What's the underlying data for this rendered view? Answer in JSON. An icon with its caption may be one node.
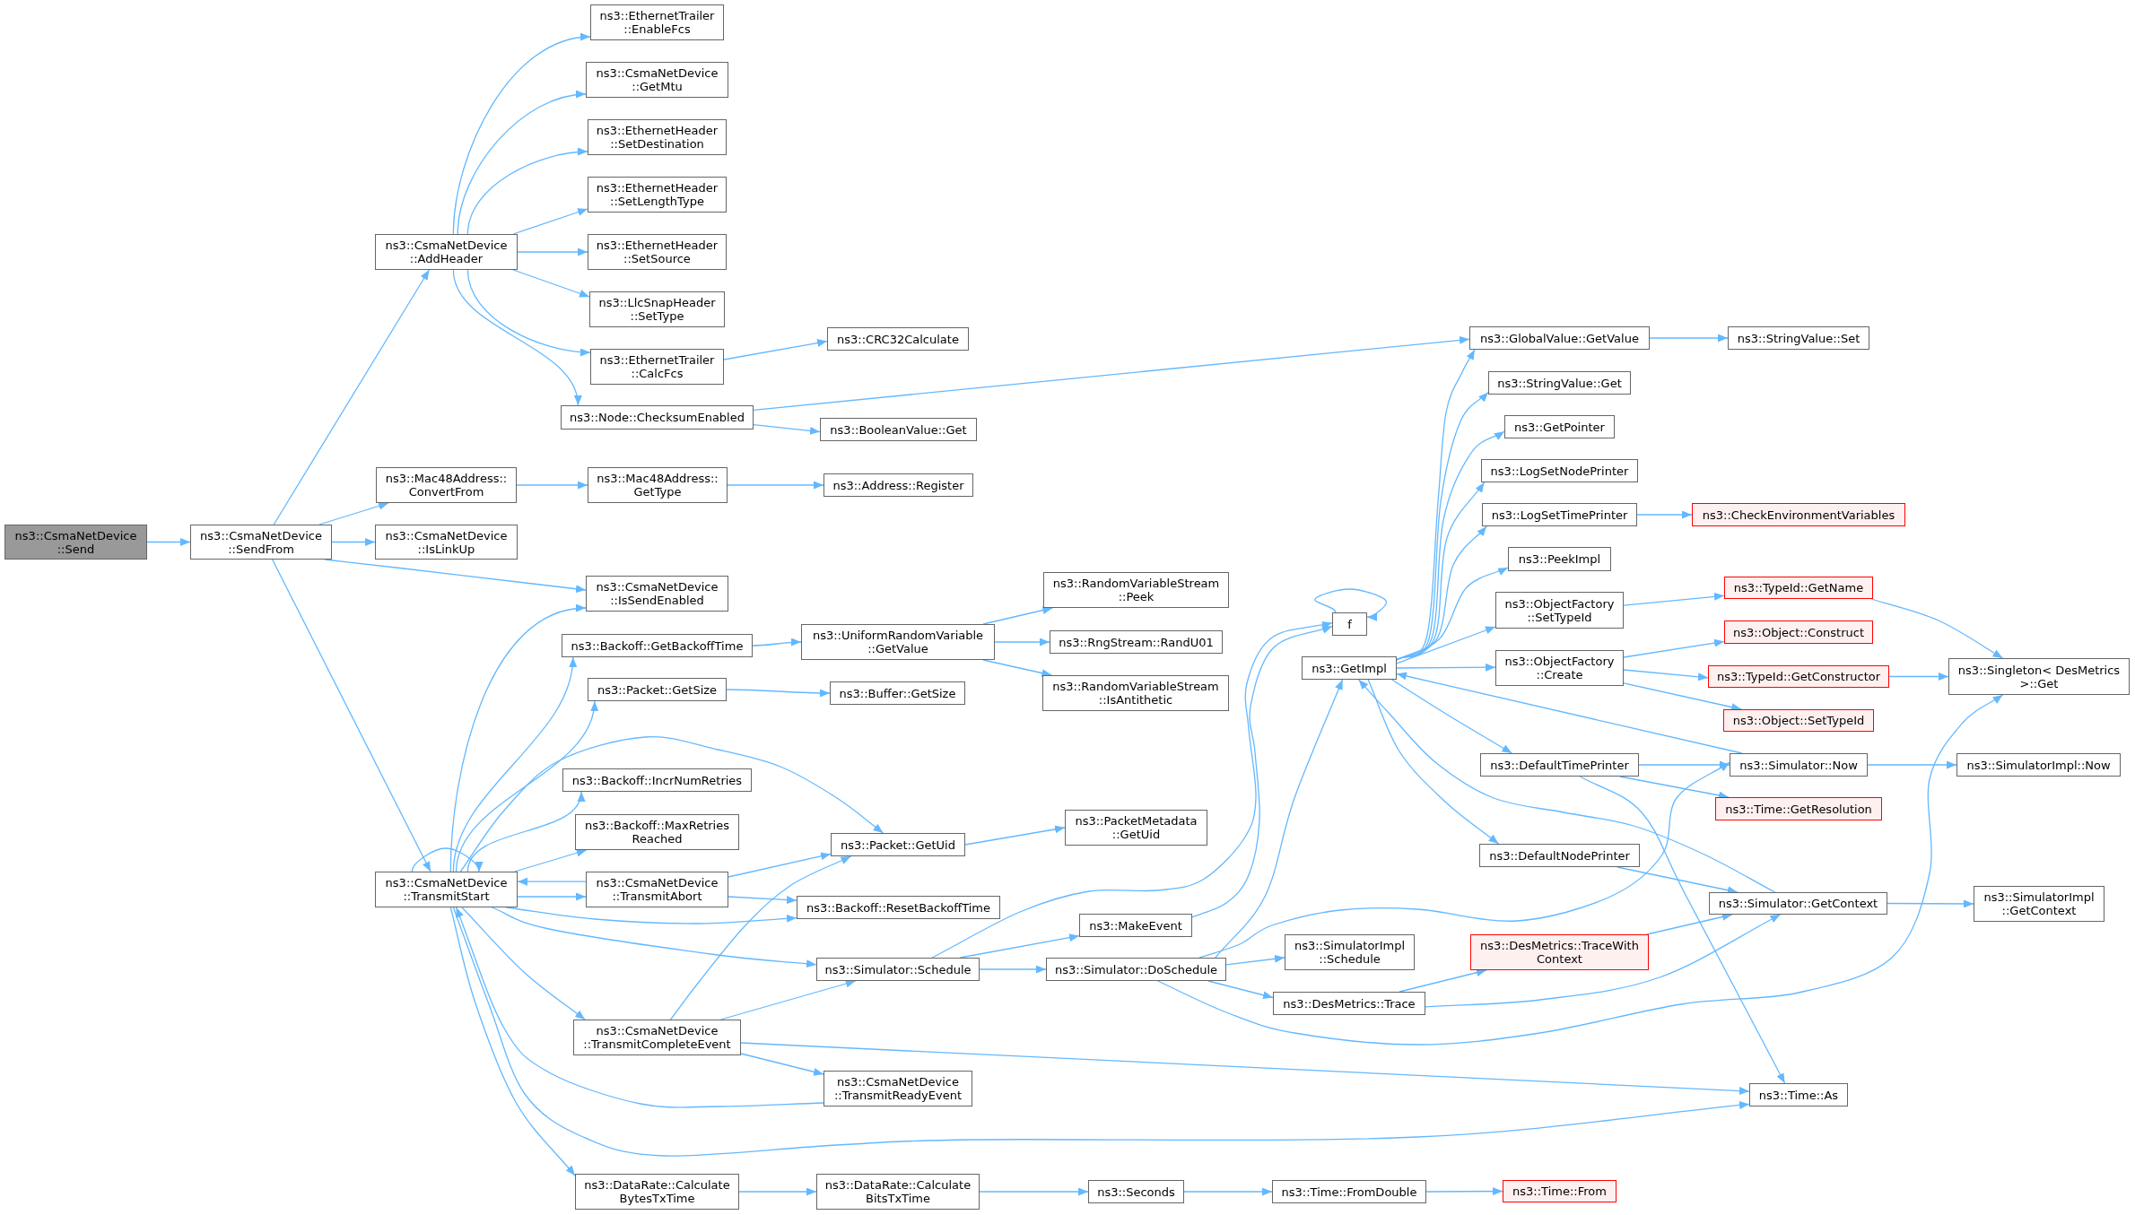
{
  "diagram": {
    "nodes": [
      {
        "text": [
          "ns3::CsmaNetDevice ::Send"
        ]
      },
      {
        "text": [
          "ns3::CsmaNetDevice ::SendFrom"
        ]
      },
      {
        "text": [
          "ns3::CsmaNetDevice ::AddHeader"
        ]
      },
      {
        "text": [
          "ns3::EthernetTrailer ::EnableFcs"
        ]
      },
      {
        "text": [
          "ns3::CsmaNetDevice ::GetMtu"
        ]
      },
      {
        "text": [
          "ns3::EthernetHeader ::SetDestination"
        ]
      },
      {
        "text": [
          "ns3::EthernetHeader ::SetLengthType"
        ]
      },
      {
        "text": [
          "ns3::EthernetHeader ::SetSource"
        ]
      },
      {
        "text": [
          "ns3::LlcSnapHeader ::SetType"
        ]
      },
      {
        "text": [
          "ns3::EthernetTrailer ::CalcFcs"
        ]
      },
      {
        "text": [
          "ns3::Node::ChecksumEnabled"
        ]
      },
      {
        "text": [
          "ns3::Mac48Address:: ConvertFrom"
        ]
      },
      {
        "text": [
          "ns3::CsmaNetDevice ::IsLinkUp"
        ]
      },
      {
        "text": [
          "ns3::CsmaNetDevice ::IsSendEnabled"
        ]
      },
      {
        "text": [
          "ns3::Mac48Address:: GetType"
        ]
      },
      {
        "text": [
          "ns3::CRC32Calculate"
        ]
      },
      {
        "text": [
          "ns3::BooleanValue::Get"
        ]
      },
      {
        "text": [
          "ns3::Address::Register"
        ]
      },
      {
        "text": [
          "ns3::CsmaNetDevice ::TransmitStart"
        ]
      },
      {
        "text": [
          "ns3::Backoff::GetBackoffTime"
        ]
      },
      {
        "text": [
          "ns3::Packet::GetSize"
        ]
      },
      {
        "text": [
          "ns3::Backoff::IncrNumRetries"
        ]
      },
      {
        "text": [
          "ns3::Backoff::MaxRetries Reached"
        ]
      },
      {
        "text": [
          "ns3::CsmaNetDevice ::TransmitAbort"
        ]
      },
      {
        "text": [
          "ns3::CsmaNetDevice ::TransmitCompleteEvent"
        ]
      },
      {
        "text": [
          "ns3::DataRate::Calculate BytesTxTime"
        ]
      },
      {
        "text": [
          "ns3::UniformRandomVariable ::GetValue"
        ]
      },
      {
        "text": [
          "ns3::Buffer::GetSize"
        ]
      },
      {
        "text": [
          "ns3::Packet::GetUid"
        ]
      },
      {
        "text": [
          "ns3::Backoff::ResetBackoffTime"
        ]
      },
      {
        "text": [
          "ns3::Simulator::Schedule"
        ]
      },
      {
        "text": [
          "ns3::CsmaNetDevice ::TransmitReadyEvent"
        ]
      },
      {
        "text": [
          "ns3::DataRate::Calculate BitsTxTime"
        ]
      },
      {
        "text": [
          "ns3::RandomVariableStream ::Peek"
        ]
      },
      {
        "text": [
          "ns3::RngStream::RandU01"
        ]
      },
      {
        "text": [
          "ns3::RandomVariableStream ::IsAntithetic"
        ]
      },
      {
        "text": [
          "ns3::PacketMetadata ::GetUid"
        ]
      },
      {
        "text": [
          "ns3::MakeEvent"
        ]
      },
      {
        "text": [
          "ns3::Simulator::DoSchedule"
        ]
      },
      {
        "text": [
          "ns3::Seconds"
        ]
      },
      {
        "text": [
          "f"
        ]
      },
      {
        "text": [
          "ns3::GetImpl"
        ]
      },
      {
        "text": [
          "ns3::SimulatorImpl ::Schedule"
        ]
      },
      {
        "text": [
          "ns3::DesMetrics::Trace"
        ]
      },
      {
        "text": [
          "ns3::Time::FromDouble"
        ]
      },
      {
        "text": [
          "ns3::GlobalValue::GetValue"
        ]
      },
      {
        "text": [
          "ns3::StringValue::Get"
        ]
      },
      {
        "text": [
          "ns3::GetPointer"
        ]
      },
      {
        "text": [
          "ns3::LogSetNodePrinter"
        ]
      },
      {
        "text": [
          "ns3::LogSetTimePrinter"
        ]
      },
      {
        "text": [
          "ns3::PeekImpl"
        ]
      },
      {
        "text": [
          "ns3::ObjectFactory ::SetTypeId"
        ]
      },
      {
        "text": [
          "ns3::ObjectFactory ::Create"
        ]
      },
      {
        "text": [
          "ns3::DefaultTimePrinter"
        ]
      },
      {
        "text": [
          "ns3::DefaultNodePrinter"
        ]
      },
      {
        "text": [
          "ns3::DesMetrics::TraceWith Context"
        ]
      },
      {
        "text": [
          "ns3::StringValue::Set"
        ]
      },
      {
        "text": [
          "ns3::CheckEnvironmentVariables"
        ]
      },
      {
        "text": [
          "ns3::TypeId::GetName"
        ]
      },
      {
        "text": [
          "ns3::Object::Construct"
        ]
      },
      {
        "text": [
          "ns3::TypeId::GetConstructor"
        ]
      },
      {
        "text": [
          "ns3::Object::SetTypeId"
        ]
      },
      {
        "text": [
          "ns3::Simulator::Now"
        ]
      },
      {
        "text": [
          "ns3::Time::GetResolution"
        ]
      },
      {
        "text": [
          "ns3::Simulator::GetContext"
        ]
      },
      {
        "text": [
          "ns3::Time::As"
        ]
      },
      {
        "text": [
          "ns3::Time::From"
        ]
      },
      {
        "text": [
          "ns3::Singleton< DesMetrics >::Get"
        ]
      },
      {
        "text": [
          "ns3::SimulatorImpl::Now"
        ]
      },
      {
        "text": [
          "ns3::SimulatorImpl ::GetContext"
        ]
      }
    ],
    "edges": [
      {
        "from": 0,
        "to": 1,
        "arrow": "to"
      },
      {
        "from": 1,
        "to": 2,
        "arrow": "to"
      },
      {
        "from": 1,
        "to": 11,
        "arrow": "to"
      },
      {
        "from": 1,
        "to": 12,
        "arrow": "to"
      },
      {
        "from": 1,
        "to": 13,
        "arrow": "to"
      },
      {
        "from": 1,
        "to": 18,
        "arrow": "to"
      },
      {
        "from": 2,
        "to": 3,
        "arrow": "to"
      },
      {
        "from": 2,
        "to": 4,
        "arrow": "to"
      },
      {
        "from": 2,
        "to": 5,
        "arrow": "to"
      },
      {
        "from": 2,
        "to": 6,
        "arrow": "to"
      },
      {
        "from": 2,
        "to": 7,
        "arrow": "to"
      },
      {
        "from": 2,
        "to": 8,
        "arrow": "to"
      },
      {
        "from": 2,
        "to": 9,
        "arrow": "to"
      },
      {
        "from": 2,
        "to": 10,
        "arrow": "to"
      },
      {
        "from": 9,
        "to": 15,
        "arrow": "to"
      },
      {
        "from": 10,
        "to": 45,
        "arrow": "to"
      },
      {
        "from": 10,
        "to": 16,
        "arrow": "to"
      },
      {
        "from": 11,
        "to": 14,
        "arrow": "to"
      },
      {
        "from": 14,
        "to": 17,
        "arrow": "to"
      },
      {
        "from": 18,
        "to": 13,
        "arrow": "to"
      },
      {
        "from": 18,
        "to": 19,
        "arrow": "to"
      },
      {
        "from": 18,
        "to": 20,
        "arrow": "to"
      },
      {
        "from": 18,
        "to": 28,
        "arrow": "to"
      },
      {
        "from": 18,
        "to": 21,
        "arrow": "to"
      },
      {
        "from": 18,
        "to": 22,
        "arrow": "to"
      },
      {
        "from": 18,
        "to": 23,
        "arrow": "to"
      },
      {
        "from": 23,
        "to": 18,
        "arrow": "to"
      },
      {
        "from": 18,
        "to": 18,
        "arrow": "to"
      },
      {
        "from": 18,
        "to": 29,
        "arrow": "to"
      },
      {
        "from": 18,
        "to": 30,
        "arrow": "to"
      },
      {
        "from": 18,
        "to": 24,
        "arrow": "to"
      },
      {
        "from": 18,
        "to": 25,
        "arrow": "to"
      },
      {
        "from": 18,
        "to": 65,
        "arrow": "to"
      },
      {
        "from": 31,
        "to": 18,
        "arrow": "to"
      },
      {
        "from": 19,
        "to": 26,
        "arrow": "to"
      },
      {
        "from": 20,
        "to": 27,
        "arrow": "to"
      },
      {
        "from": 23,
        "to": 28,
        "arrow": "to"
      },
      {
        "from": 23,
        "to": 29,
        "arrow": "to"
      },
      {
        "from": 24,
        "to": 28,
        "arrow": "to"
      },
      {
        "from": 24,
        "to": 30,
        "arrow": "to"
      },
      {
        "from": 24,
        "to": 31,
        "arrow": "to"
      },
      {
        "from": 24,
        "to": 65,
        "arrow": "to"
      },
      {
        "from": 26,
        "to": 33,
        "arrow": "to"
      },
      {
        "from": 26,
        "to": 34,
        "arrow": "to"
      },
      {
        "from": 26,
        "to": 35,
        "arrow": "to"
      },
      {
        "from": 28,
        "to": 36,
        "arrow": "to"
      },
      {
        "from": 30,
        "to": 37,
        "arrow": "to"
      },
      {
        "from": 30,
        "to": 38,
        "arrow": "to"
      },
      {
        "from": 30,
        "to": 40,
        "arrow": "to"
      },
      {
        "from": 37,
        "to": 40,
        "arrow": "to"
      },
      {
        "from": 40,
        "to": 40,
        "arrow": "to"
      },
      {
        "from": 38,
        "to": 41,
        "arrow": "to"
      },
      {
        "from": 38,
        "to": 42,
        "arrow": "to"
      },
      {
        "from": 38,
        "to": 43,
        "arrow": "to"
      },
      {
        "from": 38,
        "to": 62,
        "arrow": "to"
      },
      {
        "from": 38,
        "to": 67,
        "arrow": "to"
      },
      {
        "from": 43,
        "to": 55,
        "arrow": "to"
      },
      {
        "from": 43,
        "to": 64,
        "arrow": "to"
      },
      {
        "from": 55,
        "to": 64,
        "arrow": "to"
      },
      {
        "from": 25,
        "to": 32,
        "arrow": "to"
      },
      {
        "from": 32,
        "to": 39,
        "arrow": "to"
      },
      {
        "from": 39,
        "to": 44,
        "arrow": "to"
      },
      {
        "from": 44,
        "to": 66,
        "arrow": "to"
      },
      {
        "from": 41,
        "to": 45,
        "arrow": "to"
      },
      {
        "from": 41,
        "to": 46,
        "arrow": "to"
      },
      {
        "from": 41,
        "to": 47,
        "arrow": "to"
      },
      {
        "from": 41,
        "to": 48,
        "arrow": "to"
      },
      {
        "from": 41,
        "to": 49,
        "arrow": "to"
      },
      {
        "from": 41,
        "to": 50,
        "arrow": "to"
      },
      {
        "from": 41,
        "to": 51,
        "arrow": "to"
      },
      {
        "from": 41,
        "to": 52,
        "arrow": "to"
      },
      {
        "from": 41,
        "to": 53,
        "arrow": "to"
      },
      {
        "from": 41,
        "to": 54,
        "arrow": "to"
      },
      {
        "from": 62,
        "to": 41,
        "arrow": "to"
      },
      {
        "from": 64,
        "to": 41,
        "arrow": "to"
      },
      {
        "from": 53,
        "to": 62,
        "arrow": "to"
      },
      {
        "from": 53,
        "to": 63,
        "arrow": "to"
      },
      {
        "from": 53,
        "to": 65,
        "arrow": "to"
      },
      {
        "from": 54,
        "to": 64,
        "arrow": "to"
      },
      {
        "from": 62,
        "to": 68,
        "arrow": "to"
      },
      {
        "from": 64,
        "to": 69,
        "arrow": "to"
      },
      {
        "from": 45,
        "to": 56,
        "arrow": "to"
      },
      {
        "from": 49,
        "to": 57,
        "arrow": "to"
      },
      {
        "from": 51,
        "to": 58,
        "arrow": "to"
      },
      {
        "from": 58,
        "to": 67,
        "arrow": "to"
      },
      {
        "from": 52,
        "to": 59,
        "arrow": "to"
      },
      {
        "from": 52,
        "to": 60,
        "arrow": "to"
      },
      {
        "from": 52,
        "to": 61,
        "arrow": "to"
      },
      {
        "from": 60,
        "to": 67,
        "arrow": "to"
      }
    ]
  }
}
